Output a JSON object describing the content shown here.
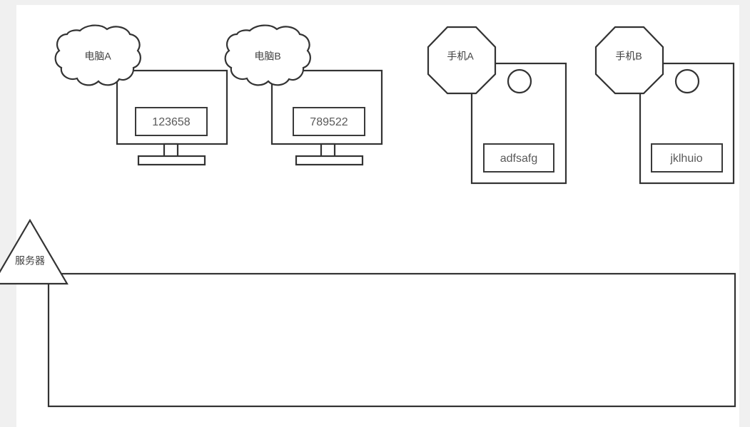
{
  "canvas": {
    "background_color": "#f0f0f0",
    "sheet_color": "#ffffff",
    "stroke_color": "#333333",
    "label_color": "#404040",
    "value_color": "#595959"
  },
  "diagram": {
    "type": "network-topology",
    "nodes": [
      {
        "id": "computer-a",
        "shape": "cloud-label-over-monitor",
        "label": "电脑A",
        "screen_value": "123658"
      },
      {
        "id": "computer-b",
        "shape": "cloud-label-over-monitor",
        "label": "电脑B",
        "screen_value": "789522"
      },
      {
        "id": "phone-a",
        "shape": "octagon-label-over-phone",
        "label": "手机A",
        "screen_value": "adfsafg"
      },
      {
        "id": "phone-b",
        "shape": "octagon-label-over-phone",
        "label": "手机B",
        "screen_value": "jklhuio"
      },
      {
        "id": "server",
        "shape": "triangle-over-rectangle",
        "label": "服务器",
        "screen_value": ""
      }
    ]
  }
}
